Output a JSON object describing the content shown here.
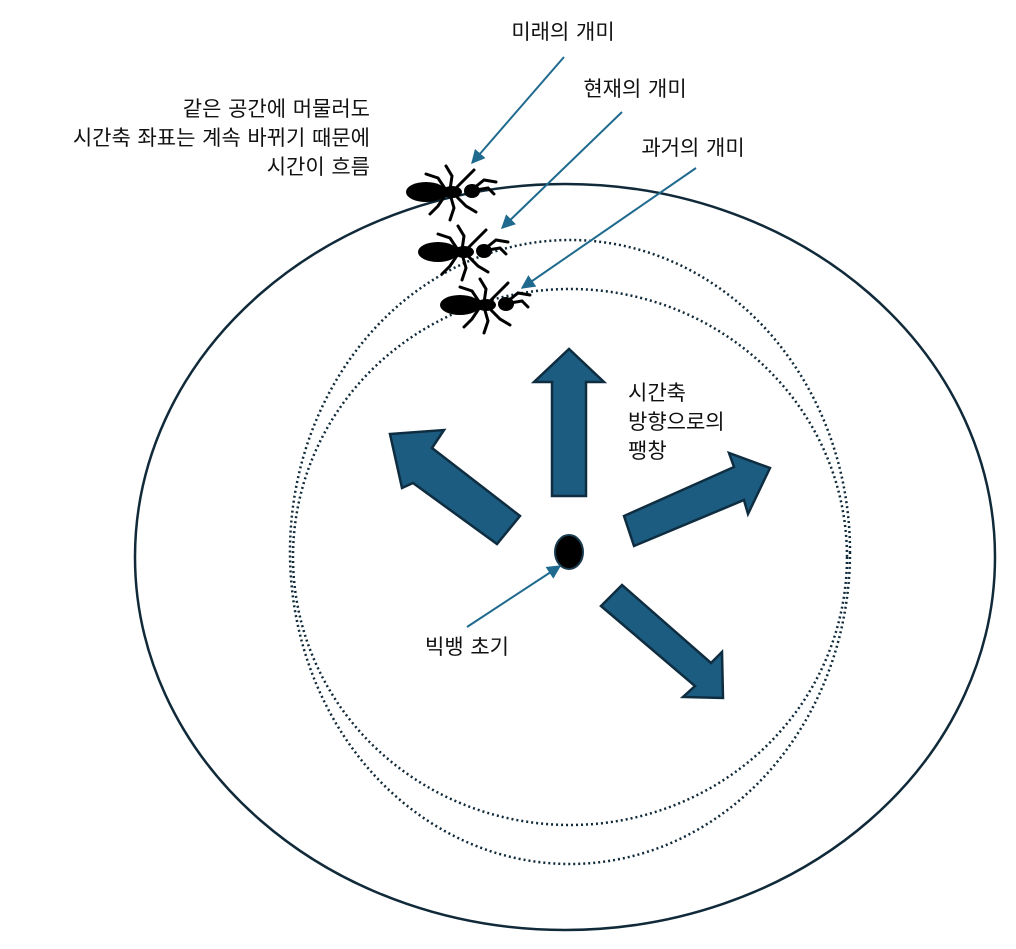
{
  "labels": {
    "future_ant": "미래의 개미",
    "present_ant": "현재의 개미",
    "past_ant": "과거의 개미",
    "note_line1": "같은 공간에 머물러도",
    "note_line2": "시간축 좌표는 계속 바뀌기 때문에",
    "note_line3": "시간이 흐름",
    "expansion_line1": "시간축",
    "expansion_line2": "방향으로의",
    "expansion_line3": "팽창",
    "big_bang": "빅뱅 초기"
  },
  "colors": {
    "arrow_fill": "#1b5c80",
    "arrow_stroke": "#0f2d40",
    "circle_stroke": "#102a3a",
    "pointer": "#1f6a8e",
    "ant": "#000000"
  },
  "icons": {
    "ant": "ant-icon",
    "center": "big-bang-dot"
  }
}
